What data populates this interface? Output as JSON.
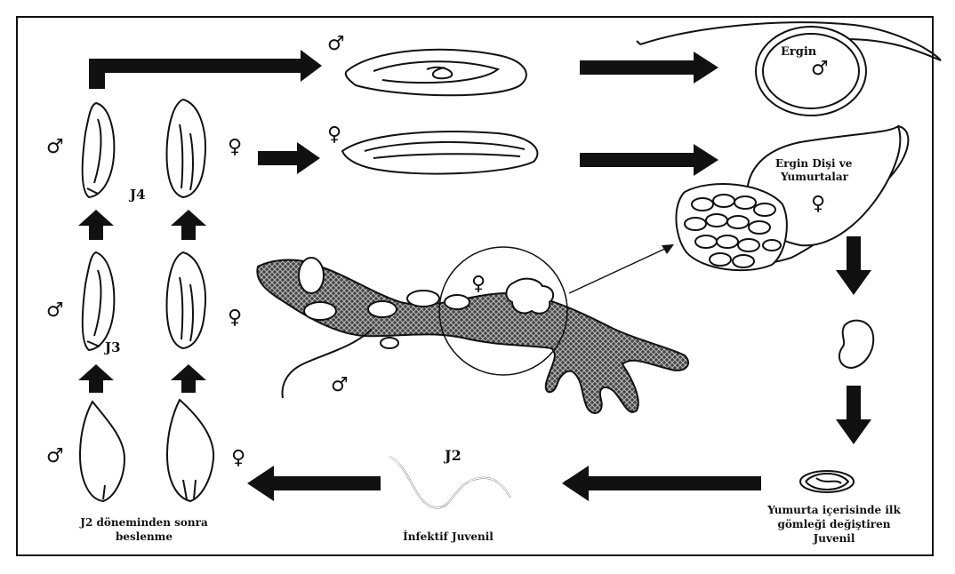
{
  "labels": {
    "j4": "J4",
    "j3": "J3",
    "j2": "J2",
    "ergin": "Ergin",
    "ergin_disi_1": "Ergin Dişi ve",
    "ergin_disi_2": "Yumurtalar",
    "yumurta_1": "Yumurta içerisinde ilk",
    "yumurta_2": "gömleği değiştiren",
    "yumurta_3": "Juvenil",
    "infektif": "İnfektif Juvenil",
    "beslenme_1": "J2 döneminden sonra",
    "beslenme_2": "beslenme"
  },
  "symbols": {
    "male": "♂",
    "female": "♀"
  },
  "colors": {
    "ink": "#111111",
    "root_fill": "#555555",
    "background": "#ffffff"
  }
}
